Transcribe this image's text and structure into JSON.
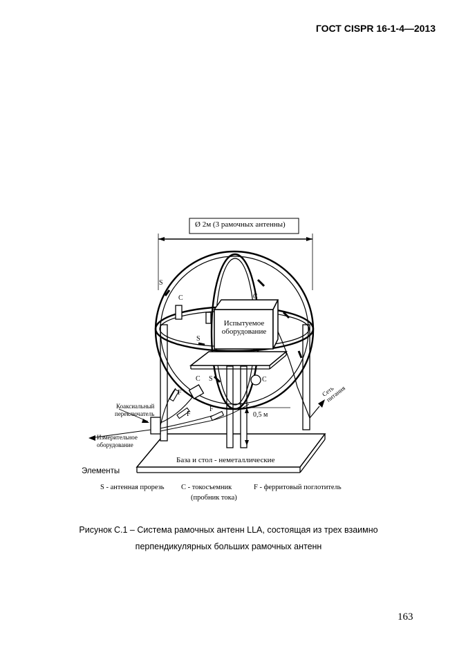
{
  "header": {
    "standard": "ГОСТ  CISPR 16-1-4—2013"
  },
  "figure": {
    "diameter_label": "Ø 2м (3 рамочных антенны)",
    "eut_line1": "Испытуемое",
    "eut_line2": "оборудование",
    "s_label": "S",
    "c_label": "C",
    "f_label": "F",
    "mains_line1": "Сеть",
    "mains_line2": "питания",
    "height_label": "0,5 м",
    "coax_line1": "Коаксиальный",
    "coax_line2": "переключатель",
    "meas_line1": "Измерительное",
    "meas_line2": "оборудование",
    "base_label": "База и стол - неметаллические",
    "elements_label": "Элементы",
    "legend_s": "S - антенная прорезь",
    "legend_c": "C - токосъемник",
    "legend_c_sub": "(пробник тока)",
    "legend_f": "F - ферритовый поглотитель"
  },
  "caption": {
    "line1": "Рисунок С.1 – Система рамочных антенн LLA, состоящая из трех взаимно",
    "line2": "перпендикулярных больших рамочных антенн"
  },
  "page_number": "163"
}
